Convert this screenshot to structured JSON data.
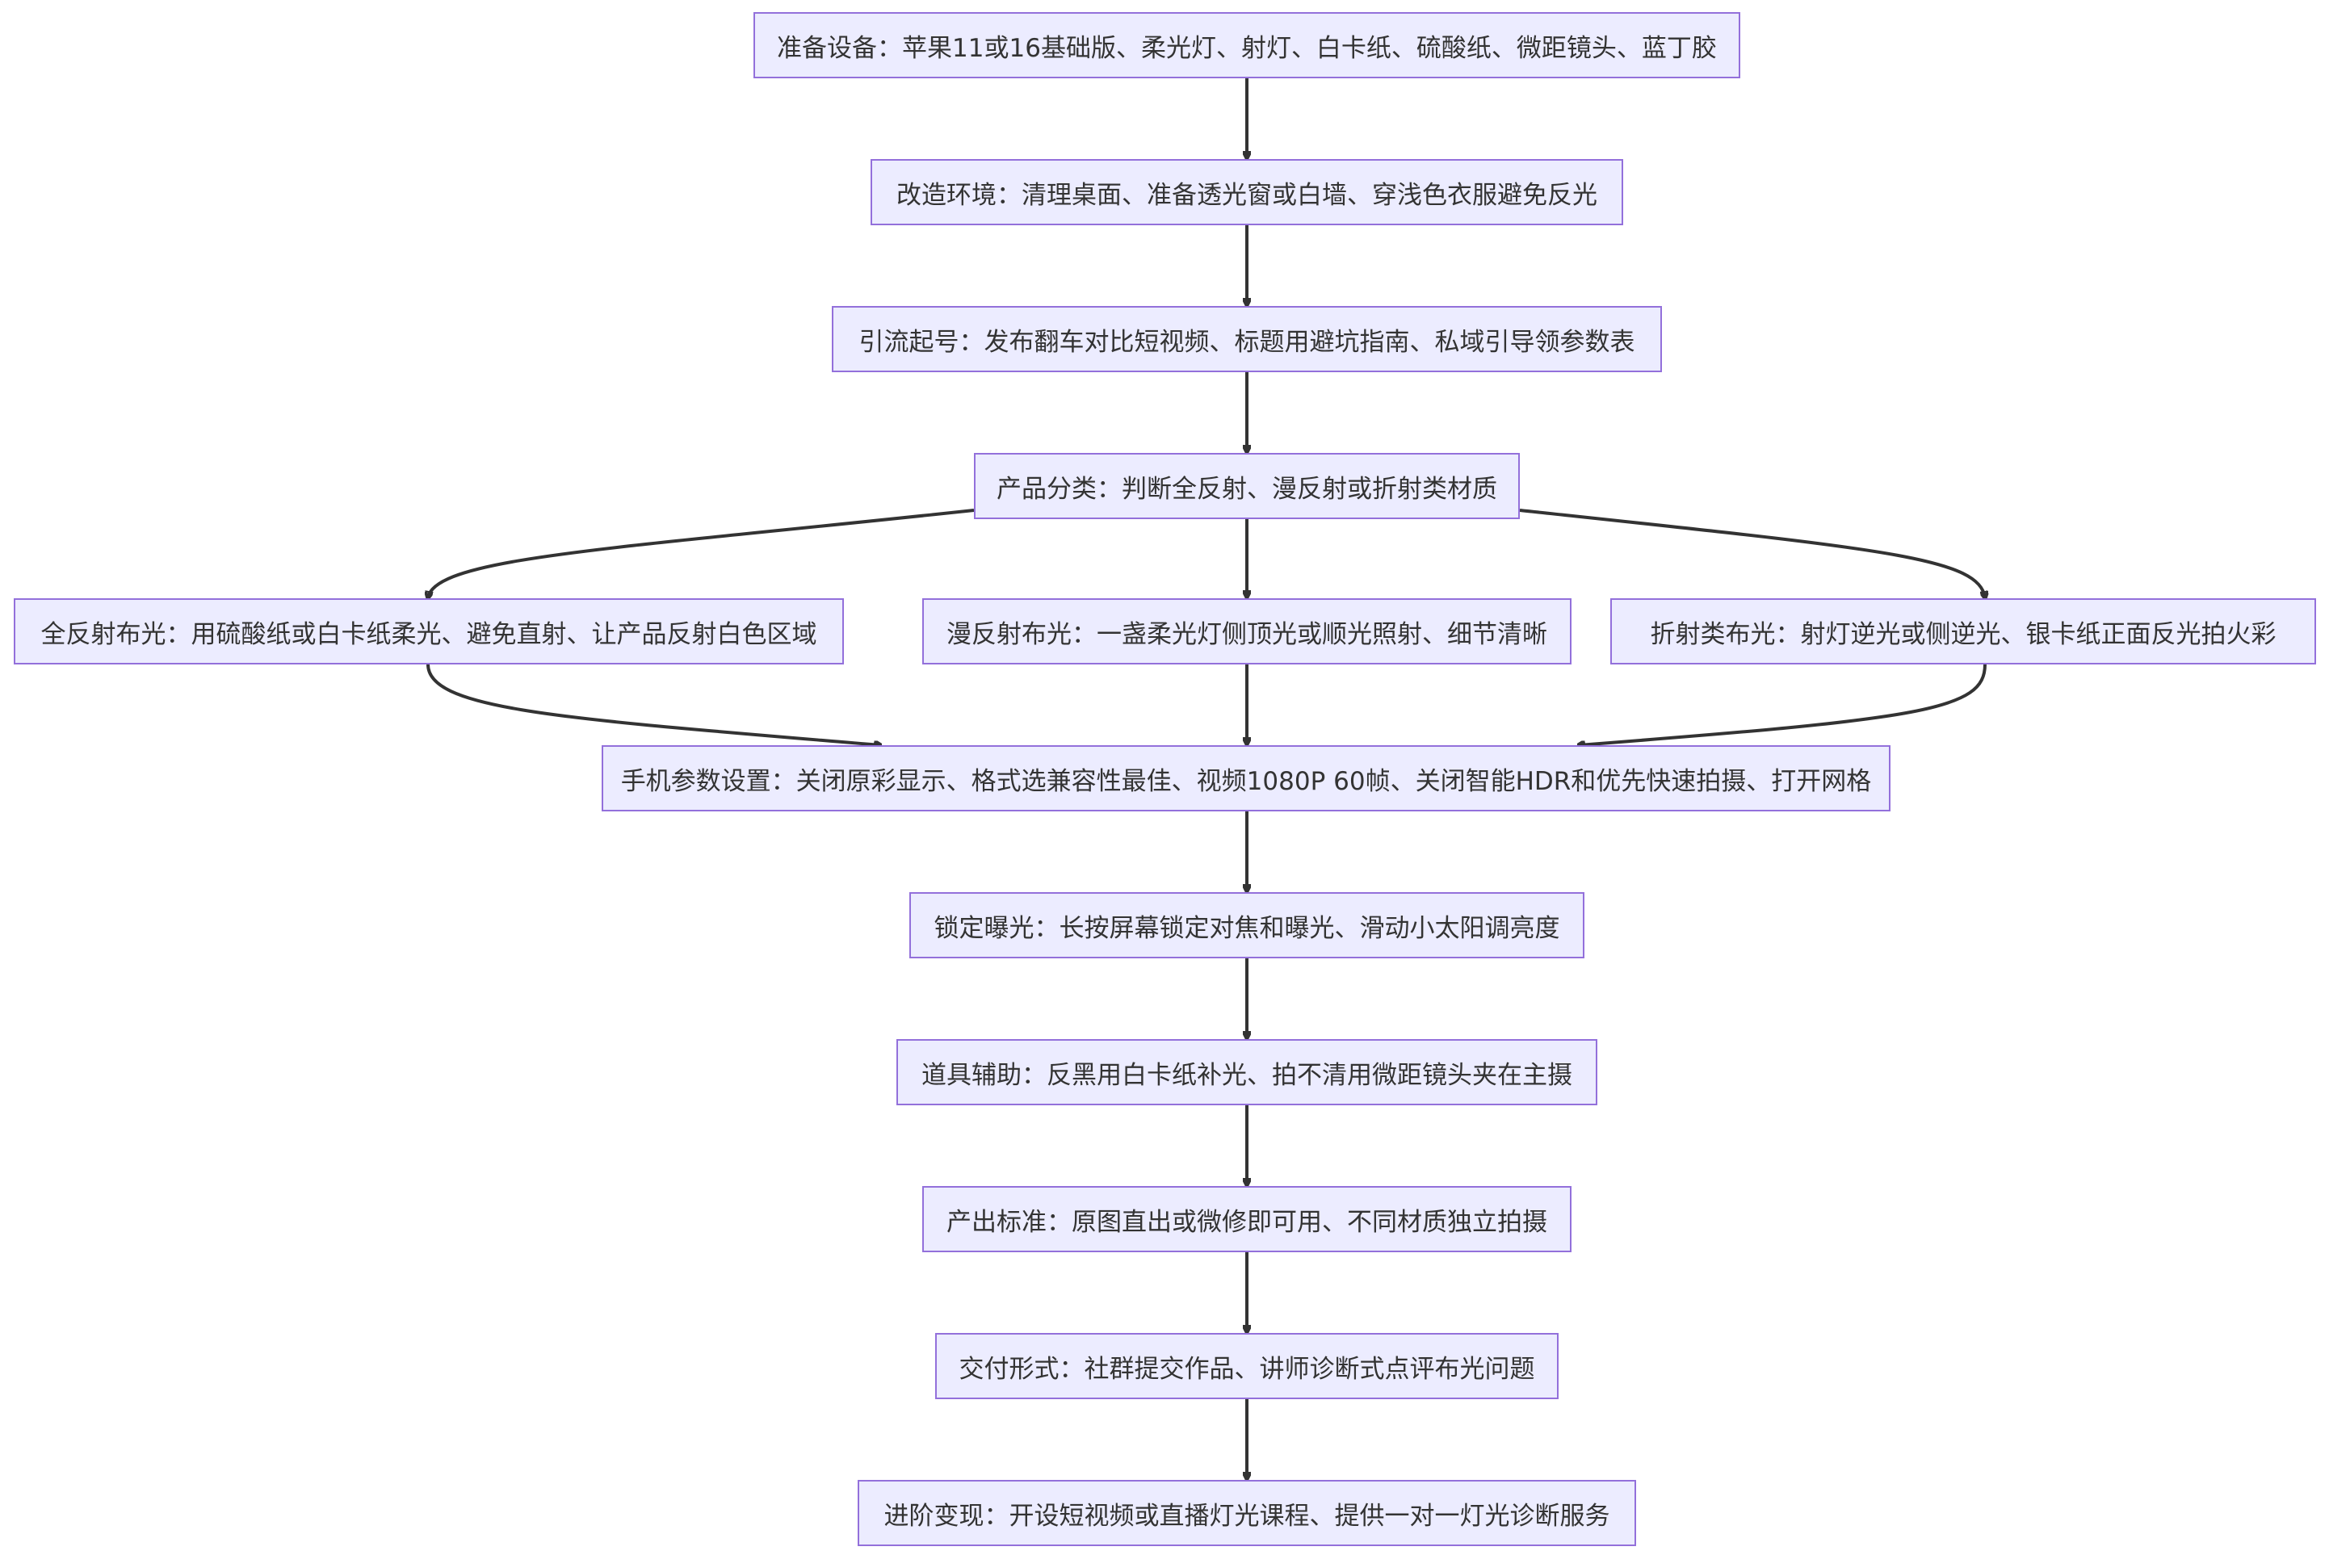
{
  "nodes": {
    "equipment": "准备设备：苹果11或16基础版、柔光灯、射灯、白卡纸、硫酸纸、微距镜头、蓝丁胶",
    "environment": "改造环境：清理桌面、准备透光窗或白墙、穿浅色衣服避免反光",
    "traffic": "引流起号：发布翻车对比短视频、标题用避坑指南、私域引导领参数表",
    "classify": "产品分类：判断全反射、漫反射或折射类材质",
    "full_reflection": "全反射布光：用硫酸纸或白卡纸柔光、避免直射、让产品反射白色区域",
    "diffuse": "漫反射布光：一盏柔光灯侧顶光或顺光照射、细节清晰",
    "refraction": "折射类布光：射灯逆光或侧逆光、银卡纸正面反光拍火彩",
    "phone_settings": "手机参数设置：关闭原彩显示、格式选兼容性最佳、视频1080P 60帧、关闭智能HDR和优先快速拍摄、打开网格",
    "lock_exposure": "锁定曝光：长按屏幕锁定对焦和曝光、滑动小太阳调亮度",
    "props": "道具辅助：反黑用白卡纸补光、拍不清用微距镜头夹在主摄",
    "output": "产出标准：原图直出或微修即可用、不同材质独立拍摄",
    "delivery": "交付形式：社群提交作品、讲师诊断式点评布光问题",
    "advanced": "进阶变现：开设短视频或直播灯光课程、提供一对一灯光诊断服务"
  },
  "colors": {
    "node_fill": "#ececff",
    "node_border": "#9370db",
    "edge": "#333333",
    "text": "#333333"
  }
}
